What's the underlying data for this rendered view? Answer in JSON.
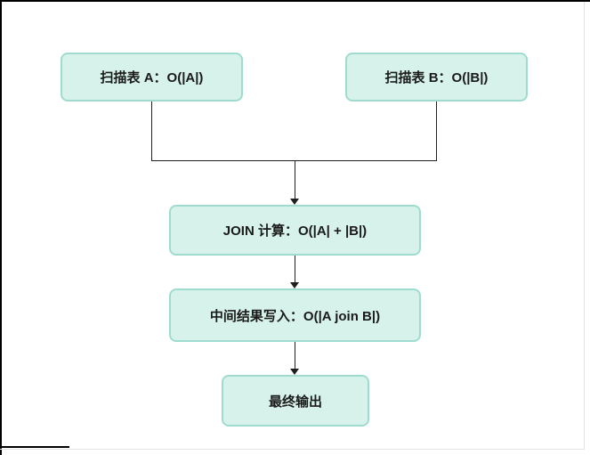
{
  "diagram": {
    "type": "flowchart",
    "background": "#ffffff",
    "frame": {
      "border_color": "#000000",
      "page_edge_color": "#e3e3e3"
    },
    "colors": {
      "node_fill": "#d6f2ea",
      "node_border": "#9fdccf",
      "connector": "#1f1f1f",
      "text": "#1a1a1a"
    },
    "nodes": [
      {
        "id": "scan-a",
        "label": "扫描表 A：O(|A|)"
      },
      {
        "id": "scan-b",
        "label": "扫描表 B：O(|B|)"
      },
      {
        "id": "join",
        "label": "JOIN 计算：O(|A| + |B|)"
      },
      {
        "id": "intermediate",
        "label": "中间结果写入：O(|A join B|)"
      },
      {
        "id": "output",
        "label": "最终输出"
      }
    ],
    "edges": [
      {
        "from": "scan-a",
        "to": "join",
        "arrow": true
      },
      {
        "from": "scan-b",
        "to": "join",
        "arrow": true
      },
      {
        "from": "join",
        "to": "intermediate",
        "arrow": true
      },
      {
        "from": "intermediate",
        "to": "output",
        "arrow": true
      }
    ]
  }
}
